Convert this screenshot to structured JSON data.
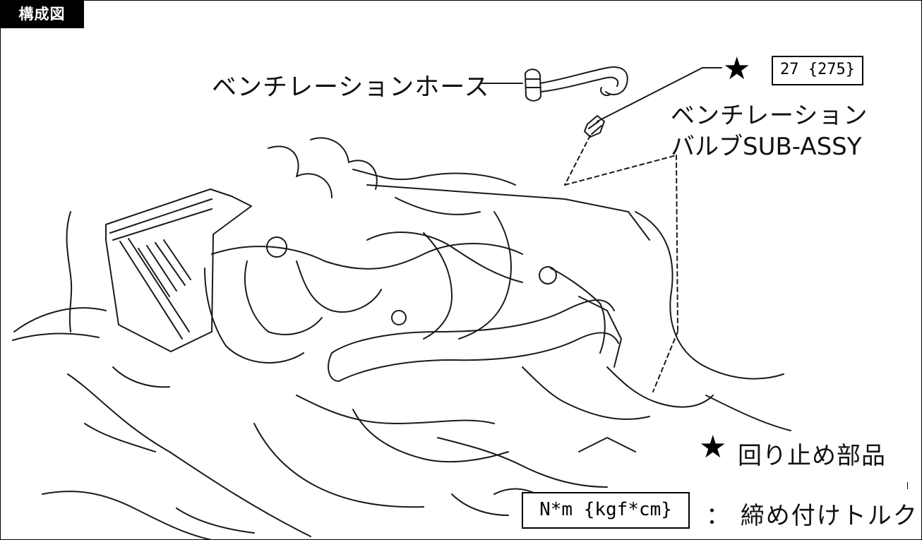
{
  "header": {
    "tab_label": "構成図"
  },
  "labels": {
    "hose": "ベンチレーションホース",
    "valve_line1": "ベンチレーション",
    "valve_line2": "バルブSUB-ASSY",
    "torque_value": "27 {275}"
  },
  "legend": {
    "star_symbol": "★",
    "stop_part_label": "回り止め部品",
    "unit_box": "N*m {kgf*cm}",
    "torque_label": "： 締め付けトルク"
  },
  "icons": {
    "star": "star-icon",
    "engine": "engine-illustration",
    "hose": "hose-part",
    "valve": "valve-part"
  }
}
